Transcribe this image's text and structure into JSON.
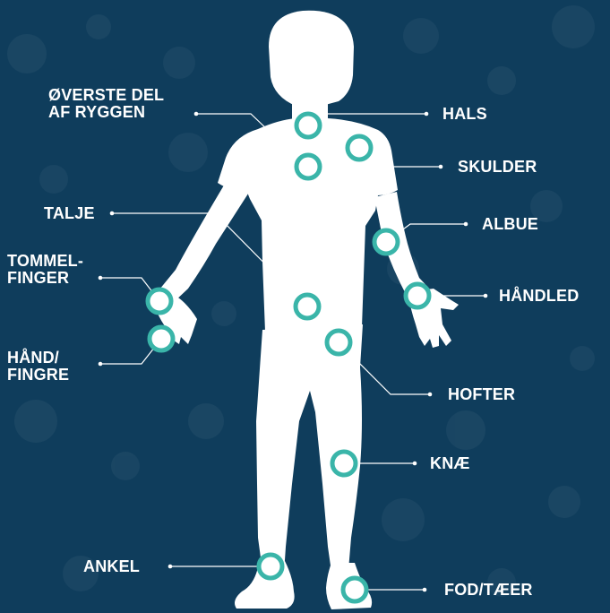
{
  "diagram": {
    "colors": {
      "background": "#0f3d5c",
      "figure": "#ffffff",
      "ring": "#3ab5a9",
      "label": "#ffffff",
      "connector": "#ffffff"
    },
    "labels": {
      "upper_back": [
        "ØVERSTE DEL",
        "AF RYGGEN"
      ],
      "neck": "HALS",
      "shoulder": "SKULDER",
      "waist": "TALJE",
      "elbow": "ALBUE",
      "thumb": [
        "TOMMEL-",
        "FINGER"
      ],
      "wrist": "HÅNDLED",
      "hand_fingers": [
        "HÅND/",
        "FINGRE"
      ],
      "hips": "HOFTER",
      "knee": "KNÆ",
      "ankle": "ANKEL",
      "foot_toes": "FOD/TÆER"
    }
  }
}
